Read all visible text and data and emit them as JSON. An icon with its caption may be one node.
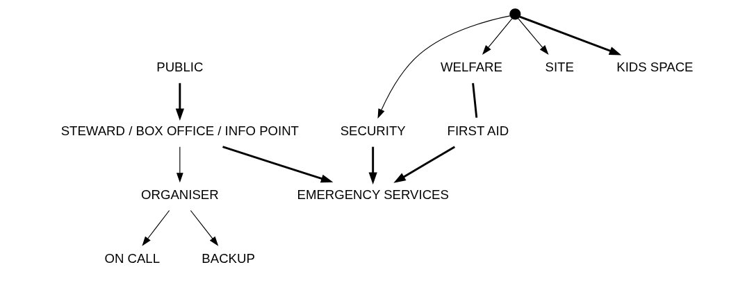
{
  "diagram": {
    "nodes": [
      {
        "text": [
          "PUBLIC"
        ]
      },
      {
        "text": [
          "STEWARD / BOX OFFICE / INFO POINT"
        ]
      },
      {
        "text": [
          "ORGANISER"
        ]
      },
      {
        "text": [
          "ON CALL"
        ]
      },
      {
        "text": [
          "BACKUP"
        ]
      },
      {
        "text": [],
        "shape": "circle"
      },
      {
        "text": [
          "SECURITY"
        ]
      },
      {
        "text": [
          "WELFARE"
        ]
      },
      {
        "text": [
          "SITE"
        ]
      },
      {
        "text": [
          "FIRST AID"
        ]
      },
      {
        "text": [
          "KIDS SPACE"
        ]
      },
      {
        "text": [
          "EMERGENCY SERVICES"
        ]
      }
    ],
    "edges": [
      {
        "from": 0,
        "to": 1,
        "arrow": "to",
        "style": "thick"
      },
      {
        "from": 1,
        "to": 2,
        "arrow": "to"
      },
      {
        "from": 2,
        "to": 3,
        "arrow": "to"
      },
      {
        "from": 2,
        "to": 4,
        "arrow": "to"
      },
      {
        "from": 5,
        "to": 6,
        "arrow": "to"
      },
      {
        "from": 5,
        "to": 7,
        "arrow": "to"
      },
      {
        "from": 5,
        "to": 8,
        "arrow": "to"
      },
      {
        "from": 5,
        "to": 10,
        "arrow": "to",
        "style": "thick"
      },
      {
        "from": 7,
        "to": 9,
        "arrow": "none",
        "style": "thick"
      },
      {
        "from": 9,
        "to": 11,
        "arrow": "to",
        "style": "thick"
      },
      {
        "from": 6,
        "to": 11,
        "arrow": "to",
        "style": "thick"
      },
      {
        "from": 1,
        "to": 11,
        "arrow": "to",
        "style": "thick"
      }
    ]
  }
}
